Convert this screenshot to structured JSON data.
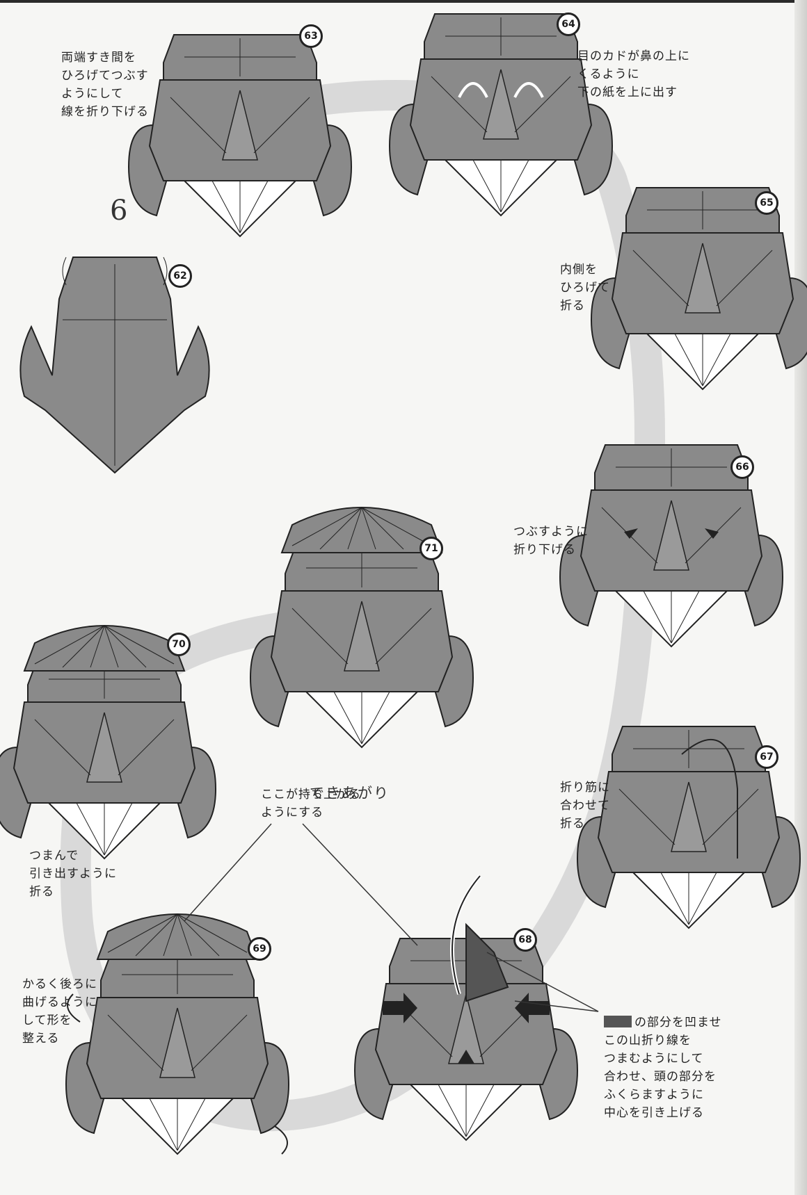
{
  "steps": [
    {
      "number": "62",
      "caption": ""
    },
    {
      "number": "63",
      "caption": "両端すき間を\nひろげてつぶす\nようにして\n線を折り下げる"
    },
    {
      "number": "64",
      "caption": "目のカドが鼻の上に\nくるように\n下の紙を上に出す"
    },
    {
      "number": "65",
      "caption": "内側を\nひろげて\n折る"
    },
    {
      "number": "66",
      "caption": "つぶすように\n折り下げる"
    },
    {
      "number": "67",
      "caption": "折り筋に\n合わせて\n折る"
    },
    {
      "number": "68",
      "caption": "の部分を凹ませ\nこの山折り線を\nつまむようにして\n合わせ、頭の部分を\nふくらますように\n中心を引き上げる"
    },
    {
      "number": "69",
      "caption": "かるく後ろに\n曲げるように\nして形を\n整える"
    },
    {
      "number": "70",
      "caption": "つまんで\n引き出すように\n折る"
    },
    {
      "number": "71",
      "caption": ""
    }
  ],
  "callout": "ここが持ち上がる\nようにする",
  "finished_label": "できあがり",
  "margin_mark": "6",
  "colors": {
    "paper_gray": "#8a8a8a",
    "paper_white": "#ffffff",
    "dark_fill": "#555555",
    "ring": "#d9d9d9"
  }
}
